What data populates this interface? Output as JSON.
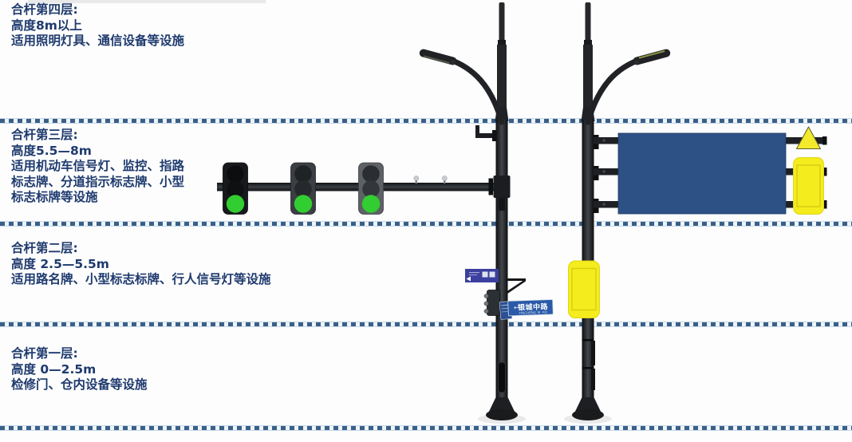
{
  "annotations": {
    "layer4": {
      "title": "合杆第四层:",
      "lines": [
        "高度8m以上",
        "适用照明灯具、通信设备等设施"
      ]
    },
    "layer3": {
      "title": "合杆第三层:",
      "lines": [
        "高度5.5—8m",
        "适用机动车信号灯、监控、指路",
        "标志牌、分道指示标志牌、小型",
        "标志标牌等设施"
      ]
    },
    "layer2": {
      "title": "合杆第二层:",
      "lines": [
        "高度 2.5—5.5m",
        "适用路名牌、小型标志标牌、行人信号灯等设施"
      ]
    },
    "layer1": {
      "title": "合杆第一层:",
      "lines": [
        "高度 0—2.5m",
        "检修门、仓内设备等设施"
      ]
    }
  },
  "road_name_sign": {
    "arrow": "←",
    "text": "银城中路",
    "subtext": "YINCHENG M. RD"
  },
  "signal_heads": [
    {
      "housing": "#17191c",
      "lights": [
        "off",
        "off",
        "green"
      ]
    },
    {
      "housing": "#3b3f43",
      "lights": [
        "off",
        "off",
        "green"
      ]
    },
    {
      "housing": "#5d6166",
      "lights": [
        "off",
        "off",
        "green"
      ]
    }
  ],
  "colors": {
    "annotation_text": "#1e3a6e",
    "divider_dash": "#3c5f86",
    "divider_gap": "#edf4fa",
    "guide_sign_blue": "#2d5185",
    "road_sign_blue": "#2a5aa8",
    "direction_plate_blue": "#3b3f9f",
    "warning_yellow": "#f3e92d",
    "equipment_box_yellow": "#f4ec1c",
    "signal_green": "#31cd31",
    "pole_black": "#1d1f22"
  }
}
